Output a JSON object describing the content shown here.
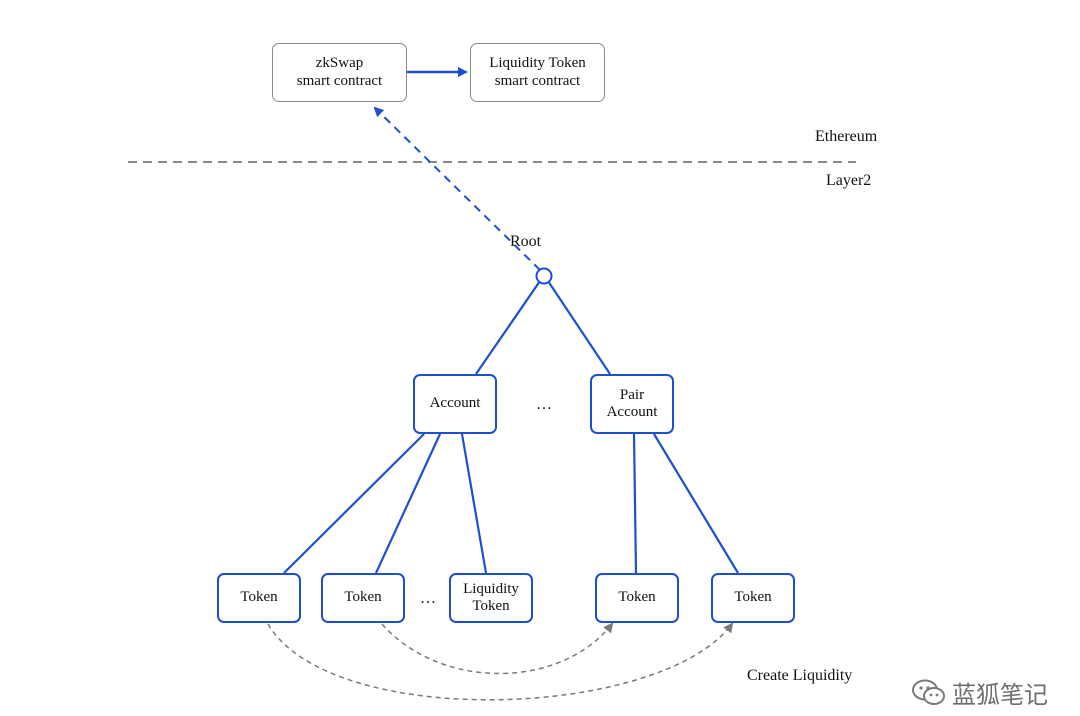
{
  "contracts": {
    "zkswap_line1": "zkSwap",
    "zkswap_line2": "smart contract",
    "liquidity_line1": "Liquidity Token",
    "liquidity_line2": "smart contract"
  },
  "layers": {
    "top": "Ethereum",
    "bottom": "Layer2"
  },
  "root_label": "Root",
  "accounts": {
    "account": "Account",
    "pair_line1": "Pair",
    "pair_line2": "Account",
    "ellipsis": "…"
  },
  "tokens": {
    "t1": "Token",
    "t2": "Token",
    "ellipsis": "…",
    "liq_line1": "Liquidity",
    "liq_line2": "Token",
    "t4": "Token",
    "t5": "Token"
  },
  "create_liquidity": "Create Liquidity",
  "watermark": {
    "text": "蓝狐笔记",
    "icon": "wechat-icon"
  },
  "colors": {
    "blue": "#1f4fd1",
    "gray": "#8a8a8a",
    "dashed_gray": "#7a7a7a"
  }
}
